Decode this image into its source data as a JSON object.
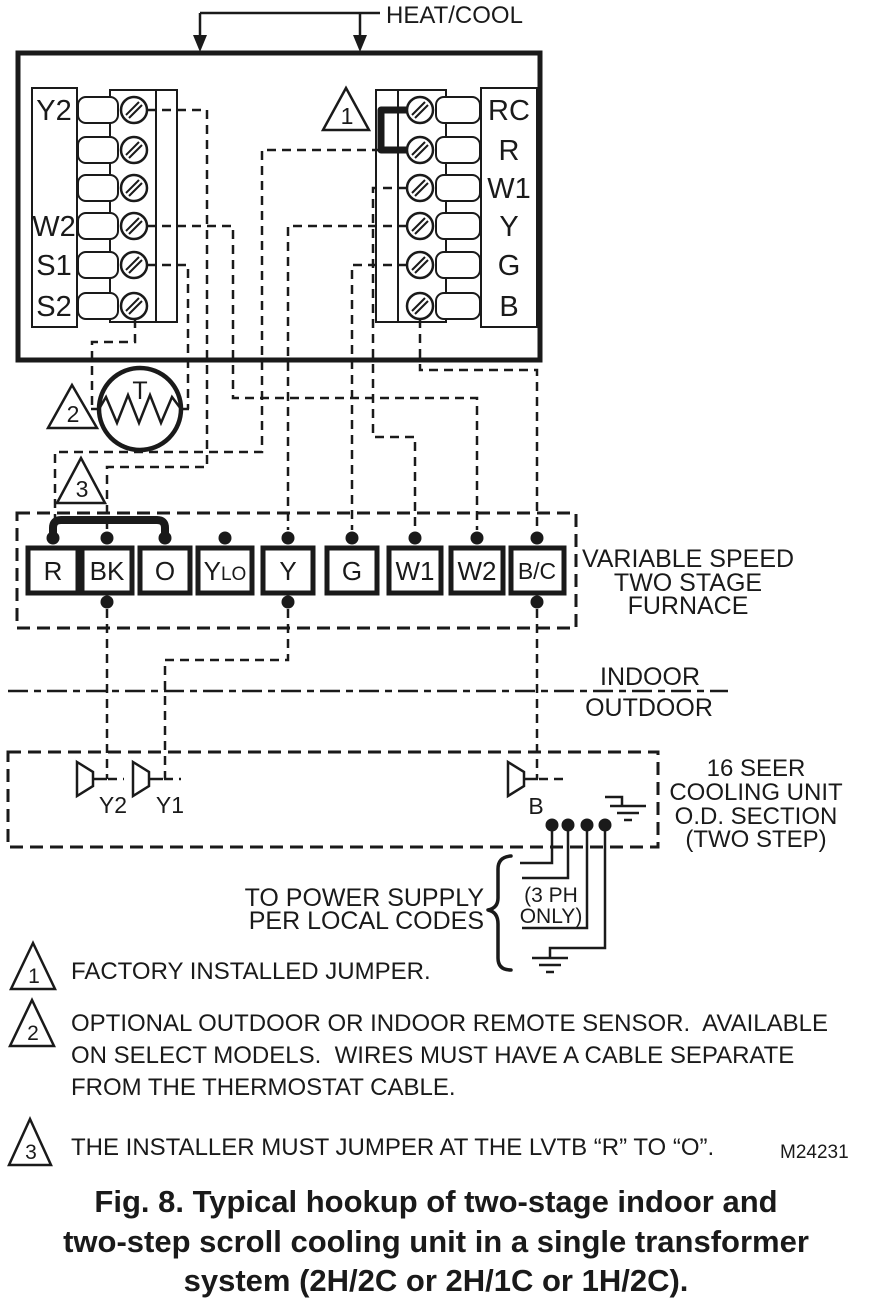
{
  "heat_cool": "HEAT/COOL",
  "thermostat": {
    "left_labels": [
      "Y2",
      "W2",
      "S1",
      "S2"
    ],
    "right_labels": [
      "RC",
      "R",
      "W1",
      "Y",
      "G",
      "B"
    ],
    "sensor": "T"
  },
  "callouts": {
    "c1": "1",
    "c2": "2",
    "c3": "3"
  },
  "furnace": {
    "terminals": [
      "R",
      "BK",
      "O",
      "YLO",
      "Y",
      "G",
      "W1",
      "W2",
      "B/C"
    ],
    "ylo_main": "Y",
    "ylo_sub": "LO",
    "label1": "VARIABLE SPEED",
    "label2": "TWO STAGE",
    "label3": "FURNACE"
  },
  "divider": {
    "indoor": "INDOOR",
    "outdoor": "OUTDOOR"
  },
  "cooling": {
    "t_y2": "Y2",
    "t_y1": "Y1",
    "t_b": "B",
    "label1": "16 SEER",
    "label2": "COOLING UNIT",
    "label3": "O.D. SECTION",
    "label4": "(TWO STEP)"
  },
  "power": {
    "line1": "TO POWER SUPPLY",
    "line2": "PER LOCAL CODES",
    "ph_line1": "(3 PH",
    "ph_line2": "ONLY)"
  },
  "notes": {
    "n1_num": "1",
    "n1_line1": "FACTORY INSTALLED JUMPER.",
    "n2_num": "2",
    "n2_line1": "OPTIONAL OUTDOOR OR INDOOR REMOTE SENSOR.  AVAILABLE",
    "n2_line2": "ON SELECT MODELS.  WIRES MUST HAVE A CABLE SEPARATE",
    "n2_line3": "FROM THE THERMOSTAT CABLE.",
    "n3_num": "3",
    "n3_line1": "THE INSTALLER MUST JUMPER AT THE LVTB “R” TO “O”.",
    "doc_number": "M24231"
  },
  "caption": {
    "line1": "Fig. 8. Typical hookup of two-stage indoor and",
    "line2": "two-step scroll cooling unit in a single transformer",
    "line3": "system (2H/2C or 2H/1C or 1H/2C)."
  },
  "colors": {
    "ink": "#1a1a1a",
    "background": "#ffffff"
  }
}
